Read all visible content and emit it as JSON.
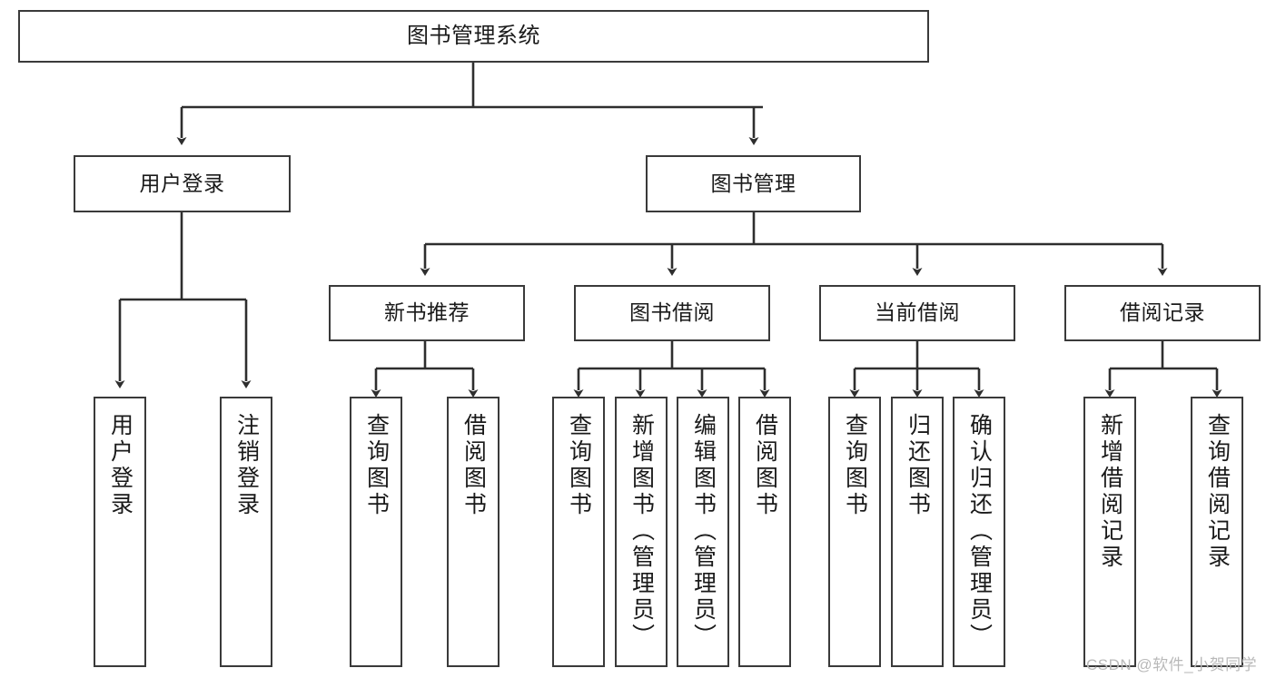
{
  "diagram": {
    "title": "图书管理系统",
    "type": "tree",
    "root": {
      "id": "root",
      "label": "图书管理系统"
    },
    "level1": [
      {
        "id": "user-login",
        "label": "用户登录"
      },
      {
        "id": "book-management",
        "label": "图书管理"
      }
    ],
    "level2": [
      {
        "id": "new-book-recommend",
        "label": "新书推荐",
        "parent": "book-management"
      },
      {
        "id": "book-borrow",
        "label": "图书借阅",
        "parent": "book-management"
      },
      {
        "id": "current-borrow",
        "label": "当前借阅",
        "parent": "book-management"
      },
      {
        "id": "borrow-record",
        "label": "借阅记录",
        "parent": "book-management"
      }
    ],
    "leaves": [
      {
        "id": "leaf-user-login",
        "label": "用户登录",
        "parent": "user-login"
      },
      {
        "id": "leaf-user-logout",
        "label": "注销登录",
        "parent": "user-login"
      },
      {
        "id": "leaf-query-book-1",
        "label": "查询图书",
        "parent": "new-book-recommend"
      },
      {
        "id": "leaf-borrow-book-1",
        "label": "借阅图书",
        "parent": "new-book-recommend"
      },
      {
        "id": "leaf-query-book-2",
        "label": "查询图书",
        "parent": "book-borrow"
      },
      {
        "id": "leaf-add-book",
        "label": "新增图书（管理员）",
        "parent": "book-borrow"
      },
      {
        "id": "leaf-edit-book",
        "label": "编辑图书（管理员）",
        "parent": "book-borrow"
      },
      {
        "id": "leaf-borrow-book-2",
        "label": "借阅图书",
        "parent": "book-borrow"
      },
      {
        "id": "leaf-query-book-3",
        "label": "查询图书",
        "parent": "current-borrow"
      },
      {
        "id": "leaf-return-book",
        "label": "归还图书",
        "parent": "current-borrow"
      },
      {
        "id": "leaf-confirm-return",
        "label": "确认归还（管理员）",
        "parent": "current-borrow"
      },
      {
        "id": "leaf-add-record",
        "label": "新增借阅记录",
        "parent": "borrow-record"
      },
      {
        "id": "leaf-query-record",
        "label": "查询借阅记录",
        "parent": "borrow-record"
      }
    ],
    "colors": {
      "stroke": "#3a3a3a",
      "fill": "#ffffff",
      "text": "#1a1a1a",
      "watermark": "#b9b9b9"
    }
  },
  "watermark": {
    "text": "CSDN @软件_小贺同学"
  }
}
